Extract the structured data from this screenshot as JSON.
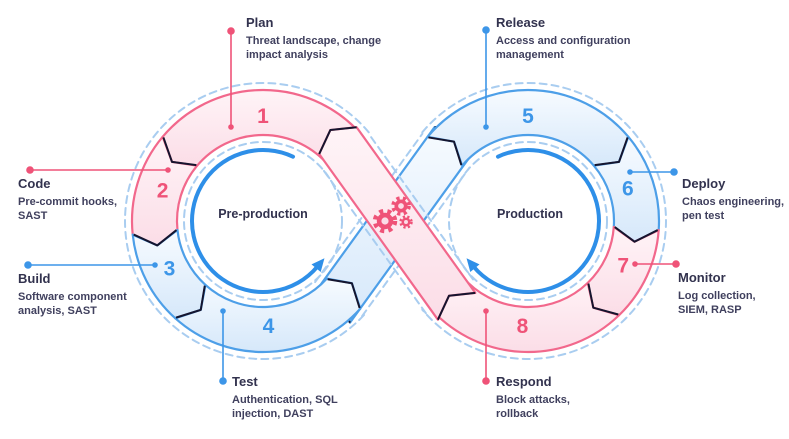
{
  "loops": {
    "left": "Pre-production",
    "right": "Production"
  },
  "stages": [
    {
      "num": "1",
      "title": "Plan",
      "desc": "Threat landscape, change impact analysis",
      "color": "pink"
    },
    {
      "num": "2",
      "title": "Code",
      "desc": "Pre-commit hooks, SAST",
      "color": "pink"
    },
    {
      "num": "3",
      "title": "Build",
      "desc": "Software component analysis, SAST",
      "color": "blue"
    },
    {
      "num": "4",
      "title": "Test",
      "desc": "Authentication, SQL injection, DAST",
      "color": "blue"
    },
    {
      "num": "5",
      "title": "Release",
      "desc": "Access and configuration management",
      "color": "blue"
    },
    {
      "num": "6",
      "title": "Deploy",
      "desc": "Chaos engineering, pen test",
      "color": "blue"
    },
    {
      "num": "7",
      "title": "Monitor",
      "desc": "Log collection, SIEM, RASP",
      "color": "pink"
    },
    {
      "num": "8",
      "title": "Respond",
      "desc": "Block attacks, rollback",
      "color": "pink"
    }
  ],
  "icons": {
    "center": "gears-icon"
  },
  "colors": {
    "pink": "#EF5378",
    "pink_stroke": "#F2688C",
    "pink_fill_light": "#FFF4F7",
    "pink_fill": "#FBDDE7",
    "blue": "#3D96E8",
    "blue_stroke": "#4D9FE8",
    "blue_fill_light": "#F5FAFF",
    "blue_fill": "#D6E8FA",
    "dash": "#A9CDF0",
    "dark_accent": "#15152E",
    "arrow_blue": "#2E8FE8",
    "text_dark": "#32324E"
  }
}
